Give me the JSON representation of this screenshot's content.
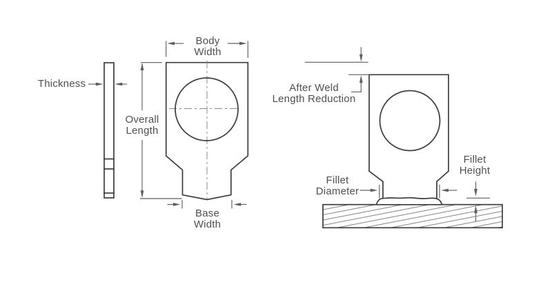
{
  "colors": {
    "background": "#ffffff",
    "outline": "#3c3c3c",
    "dimension_line": "#5f5f5f",
    "centerline": "#8a8a8a",
    "hatch": "#707070",
    "text": "#4f4f4f"
  },
  "figure": {
    "labels": {
      "thickness": "Thickness",
      "overall_length": "Overall\nLength",
      "body_width": "Body\nWidth",
      "base_width": "Base\nWidth",
      "after_weld_length_reduction": "After Weld\nLength Reduction",
      "fillet_diameter": "Fillet\nDiameter",
      "fillet_height": "Fillet\nHeight"
    }
  }
}
